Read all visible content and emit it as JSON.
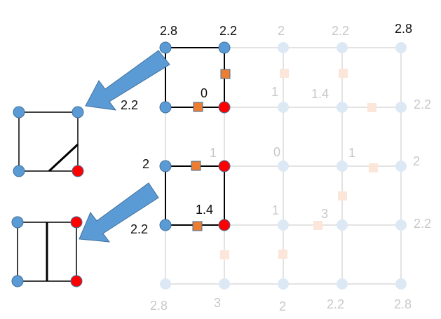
{
  "colors": {
    "grid_faint": "#e3e3e3",
    "node_faint": "#dce9f5",
    "marker_faint": "#fbe6d9",
    "label_faint": "#c8c8c8",
    "node_blue": "#5b9bd5",
    "node_blue_stroke": "#41719c",
    "node_red": "#ff0000",
    "marker_orange": "#ed7d31",
    "arrow_blue": "#5b9bd5",
    "line_dark": "#000000",
    "label_dark": "#111111"
  },
  "top_labels": [
    "2.8",
    "2.2",
    "2",
    "2.2",
    "2.8"
  ],
  "bottom_labels": [
    "2.8",
    "3",
    "2",
    "2.2",
    "2.8"
  ],
  "right_labels": [
    "2.2",
    "2",
    "2.2"
  ],
  "inner_labels": {
    "top_cell_left": "2.2",
    "top_cell_center": "0",
    "bottom_cell_top": "2",
    "bottom_cell_center": "1.4",
    "bottom_cell_bottom": "2.2",
    "faint_1": "1",
    "faint_1_4": "1.4",
    "faint_1_mid_left": "1",
    "faint_0": "0",
    "faint_1_mid_right": "1",
    "faint_1_low": "1",
    "faint_3": "3"
  },
  "diagram": {
    "highlighted_cells": [
      "top",
      "bottom"
    ],
    "icons": [
      "diagonal-case-icon",
      "vertical-case-icon"
    ]
  }
}
